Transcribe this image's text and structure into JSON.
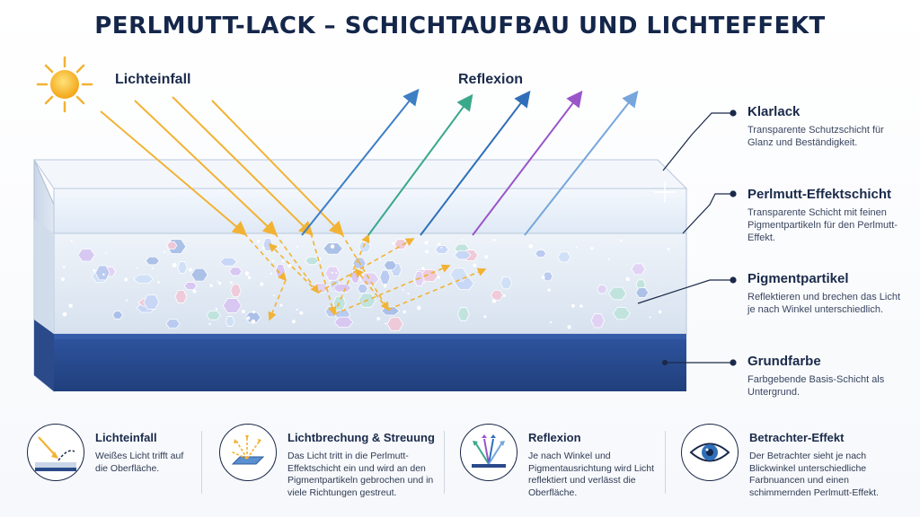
{
  "title": "PERLMUTT-LACK – SCHICHTAUFBAU UND LICHTEFFEKT",
  "labels": {
    "incident": "Lichteinfall",
    "reflection": "Reflexion"
  },
  "layers": [
    {
      "title": "Klarlack",
      "description": "Transparente Schutzschicht für Glanz und Beständigkeit."
    },
    {
      "title": "Perlmutt-Effektschicht",
      "description": "Transparente Schicht mit feinen Pigmentpartikeln für den Perlmutt-Effekt."
    },
    {
      "title": "Pigmentpartikel",
      "description": "Reflektieren und brechen das Licht je nach Winkel unterschiedlich."
    },
    {
      "title": "Grundfarbe",
      "description": "Farbgebende Basis-Schicht als Untergrund."
    }
  ],
  "steps": [
    {
      "title": "Lichteinfall",
      "description": "Weißes Licht trifft auf die Oberfläche.",
      "icon": "light-incidence-icon"
    },
    {
      "title": "Lichtbrechung & Streuung",
      "description": "Das Licht tritt in die Perlmutt-Effektschicht ein und wird an den Pigmentpartikeln gebrochen und in viele Richtungen gestreut.",
      "icon": "refraction-scatter-icon"
    },
    {
      "title": "Reflexion",
      "description": "Je nach Winkel und Pigmentausrichtung wird Licht reflektiert und verlässt die Oberfläche.",
      "icon": "reflection-arrows-icon"
    },
    {
      "title": "Betrachter-Effekt",
      "description": "Der Betrachter sieht je nach Blickwinkel unterschiedliche Farbnuancen und einen schimmernden Perlmutt-Effekt.",
      "icon": "eye-icon"
    }
  ],
  "colors": {
    "navy": "#1b3566",
    "base": "#27478a",
    "clearcoat": "#e4edf8",
    "sun": "#f6b21a",
    "incident_ray": "#f2b233"
  }
}
